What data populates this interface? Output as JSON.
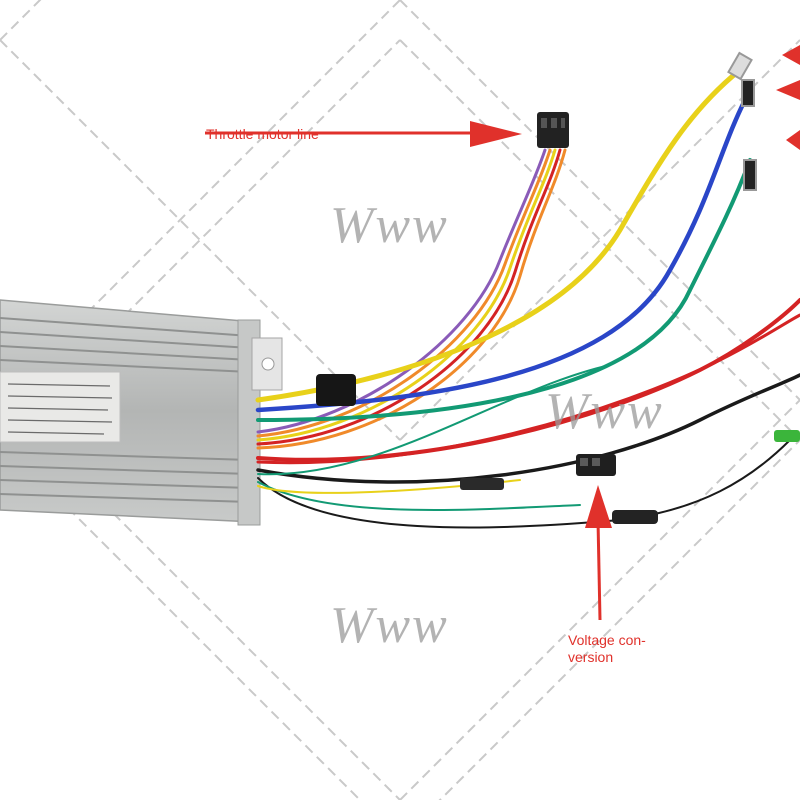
{
  "labels": {
    "throttle": "Throttle motor line",
    "voltage": "Voltage con-version"
  },
  "watermarks": [
    "Www",
    "Www",
    "Www"
  ],
  "colors": {
    "annotation": "#e0312b",
    "housing": "#b7b9b8",
    "wire_yellow": "#e8d11a",
    "wire_blue": "#2a46c8",
    "wire_green": "#129a74",
    "wire_red": "#d42324",
    "wire_black": "#1a1a1a",
    "wire_orange": "#f08a2a",
    "wire_purple": "#8a5bb8"
  },
  "icons": {
    "arrow": "red-arrow-icon",
    "connector": "plug-connector-icon"
  }
}
